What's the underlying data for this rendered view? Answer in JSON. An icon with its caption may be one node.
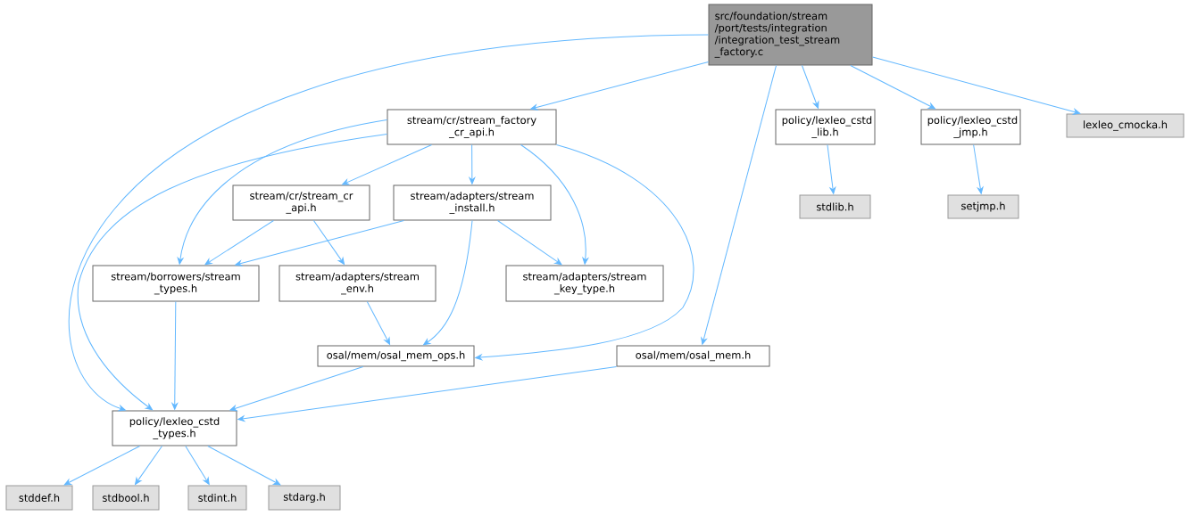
{
  "diagram": {
    "nodes": [
      {
        "text": [
          "src/foundation/stream /port/tests/integration /integration_test_stream _factory.c"
        ]
      },
      {
        "text": [
          "stream/cr/stream_factory _cr_api.h"
        ]
      },
      {
        "text": [
          "policy/lexleo_cstd _lib.h"
        ]
      },
      {
        "text": [
          "policy/lexleo_cstd _jmp.h"
        ]
      },
      {
        "text": [
          "lexleo_cmocka.h"
        ]
      },
      {
        "text": [
          "stdlib.h"
        ]
      },
      {
        "text": [
          "setjmp.h"
        ]
      },
      {
        "text": [
          "stream/cr/stream_cr _api.h"
        ]
      },
      {
        "text": [
          "stream/adapters/stream _install.h"
        ]
      },
      {
        "text": [
          "stream/borrowers/stream _types.h"
        ]
      },
      {
        "text": [
          "stream/adapters/stream _env.h"
        ]
      },
      {
        "text": [
          "stream/adapters/stream _key_type.h"
        ]
      },
      {
        "text": [
          "osal/mem/osal_mem_ops.h"
        ]
      },
      {
        "text": [
          "osal/mem/osal_mem.h"
        ]
      },
      {
        "text": [
          "policy/lexleo_cstd _types.h"
        ]
      },
      {
        "text": [
          "stddef.h"
        ]
      },
      {
        "text": [
          "stdbool.h"
        ]
      },
      {
        "text": [
          "stdint.h"
        ]
      },
      {
        "text": [
          "stdarg.h"
        ]
      }
    ],
    "edges": [
      {
        "from": 0,
        "to": 14,
        "arrow": "to"
      },
      {
        "from": 0,
        "to": 1,
        "arrow": "to"
      },
      {
        "from": 0,
        "to": 13,
        "arrow": "to"
      },
      {
        "from": 0,
        "to": 2,
        "arrow": "to"
      },
      {
        "from": 0,
        "to": 3,
        "arrow": "to"
      },
      {
        "from": 0,
        "to": 4,
        "arrow": "to"
      },
      {
        "from": 1,
        "to": 14,
        "arrow": "to"
      },
      {
        "from": 1,
        "to": 9,
        "arrow": "to"
      },
      {
        "from": 1,
        "to": 7,
        "arrow": "to"
      },
      {
        "from": 1,
        "to": 8,
        "arrow": "to"
      },
      {
        "from": 1,
        "to": 11,
        "arrow": "to"
      },
      {
        "from": 1,
        "to": 12,
        "arrow": "to"
      },
      {
        "from": 2,
        "to": 5,
        "arrow": "to"
      },
      {
        "from": 3,
        "to": 6,
        "arrow": "to"
      },
      {
        "from": 7,
        "to": 9,
        "arrow": "to"
      },
      {
        "from": 7,
        "to": 10,
        "arrow": "to"
      },
      {
        "from": 8,
        "to": 9,
        "arrow": "to"
      },
      {
        "from": 8,
        "to": 12,
        "arrow": "to"
      },
      {
        "from": 8,
        "to": 11,
        "arrow": "to"
      },
      {
        "from": 9,
        "to": 14,
        "arrow": "to"
      },
      {
        "from": 10,
        "to": 12,
        "arrow": "to"
      },
      {
        "from": 12,
        "to": 14,
        "arrow": "to"
      },
      {
        "from": 13,
        "to": 14,
        "arrow": "to"
      },
      {
        "from": 14,
        "to": 15,
        "arrow": "to"
      },
      {
        "from": 14,
        "to": 16,
        "arrow": "to"
      },
      {
        "from": 14,
        "to": 17,
        "arrow": "to"
      },
      {
        "from": 14,
        "to": 18,
        "arrow": "to"
      }
    ]
  }
}
